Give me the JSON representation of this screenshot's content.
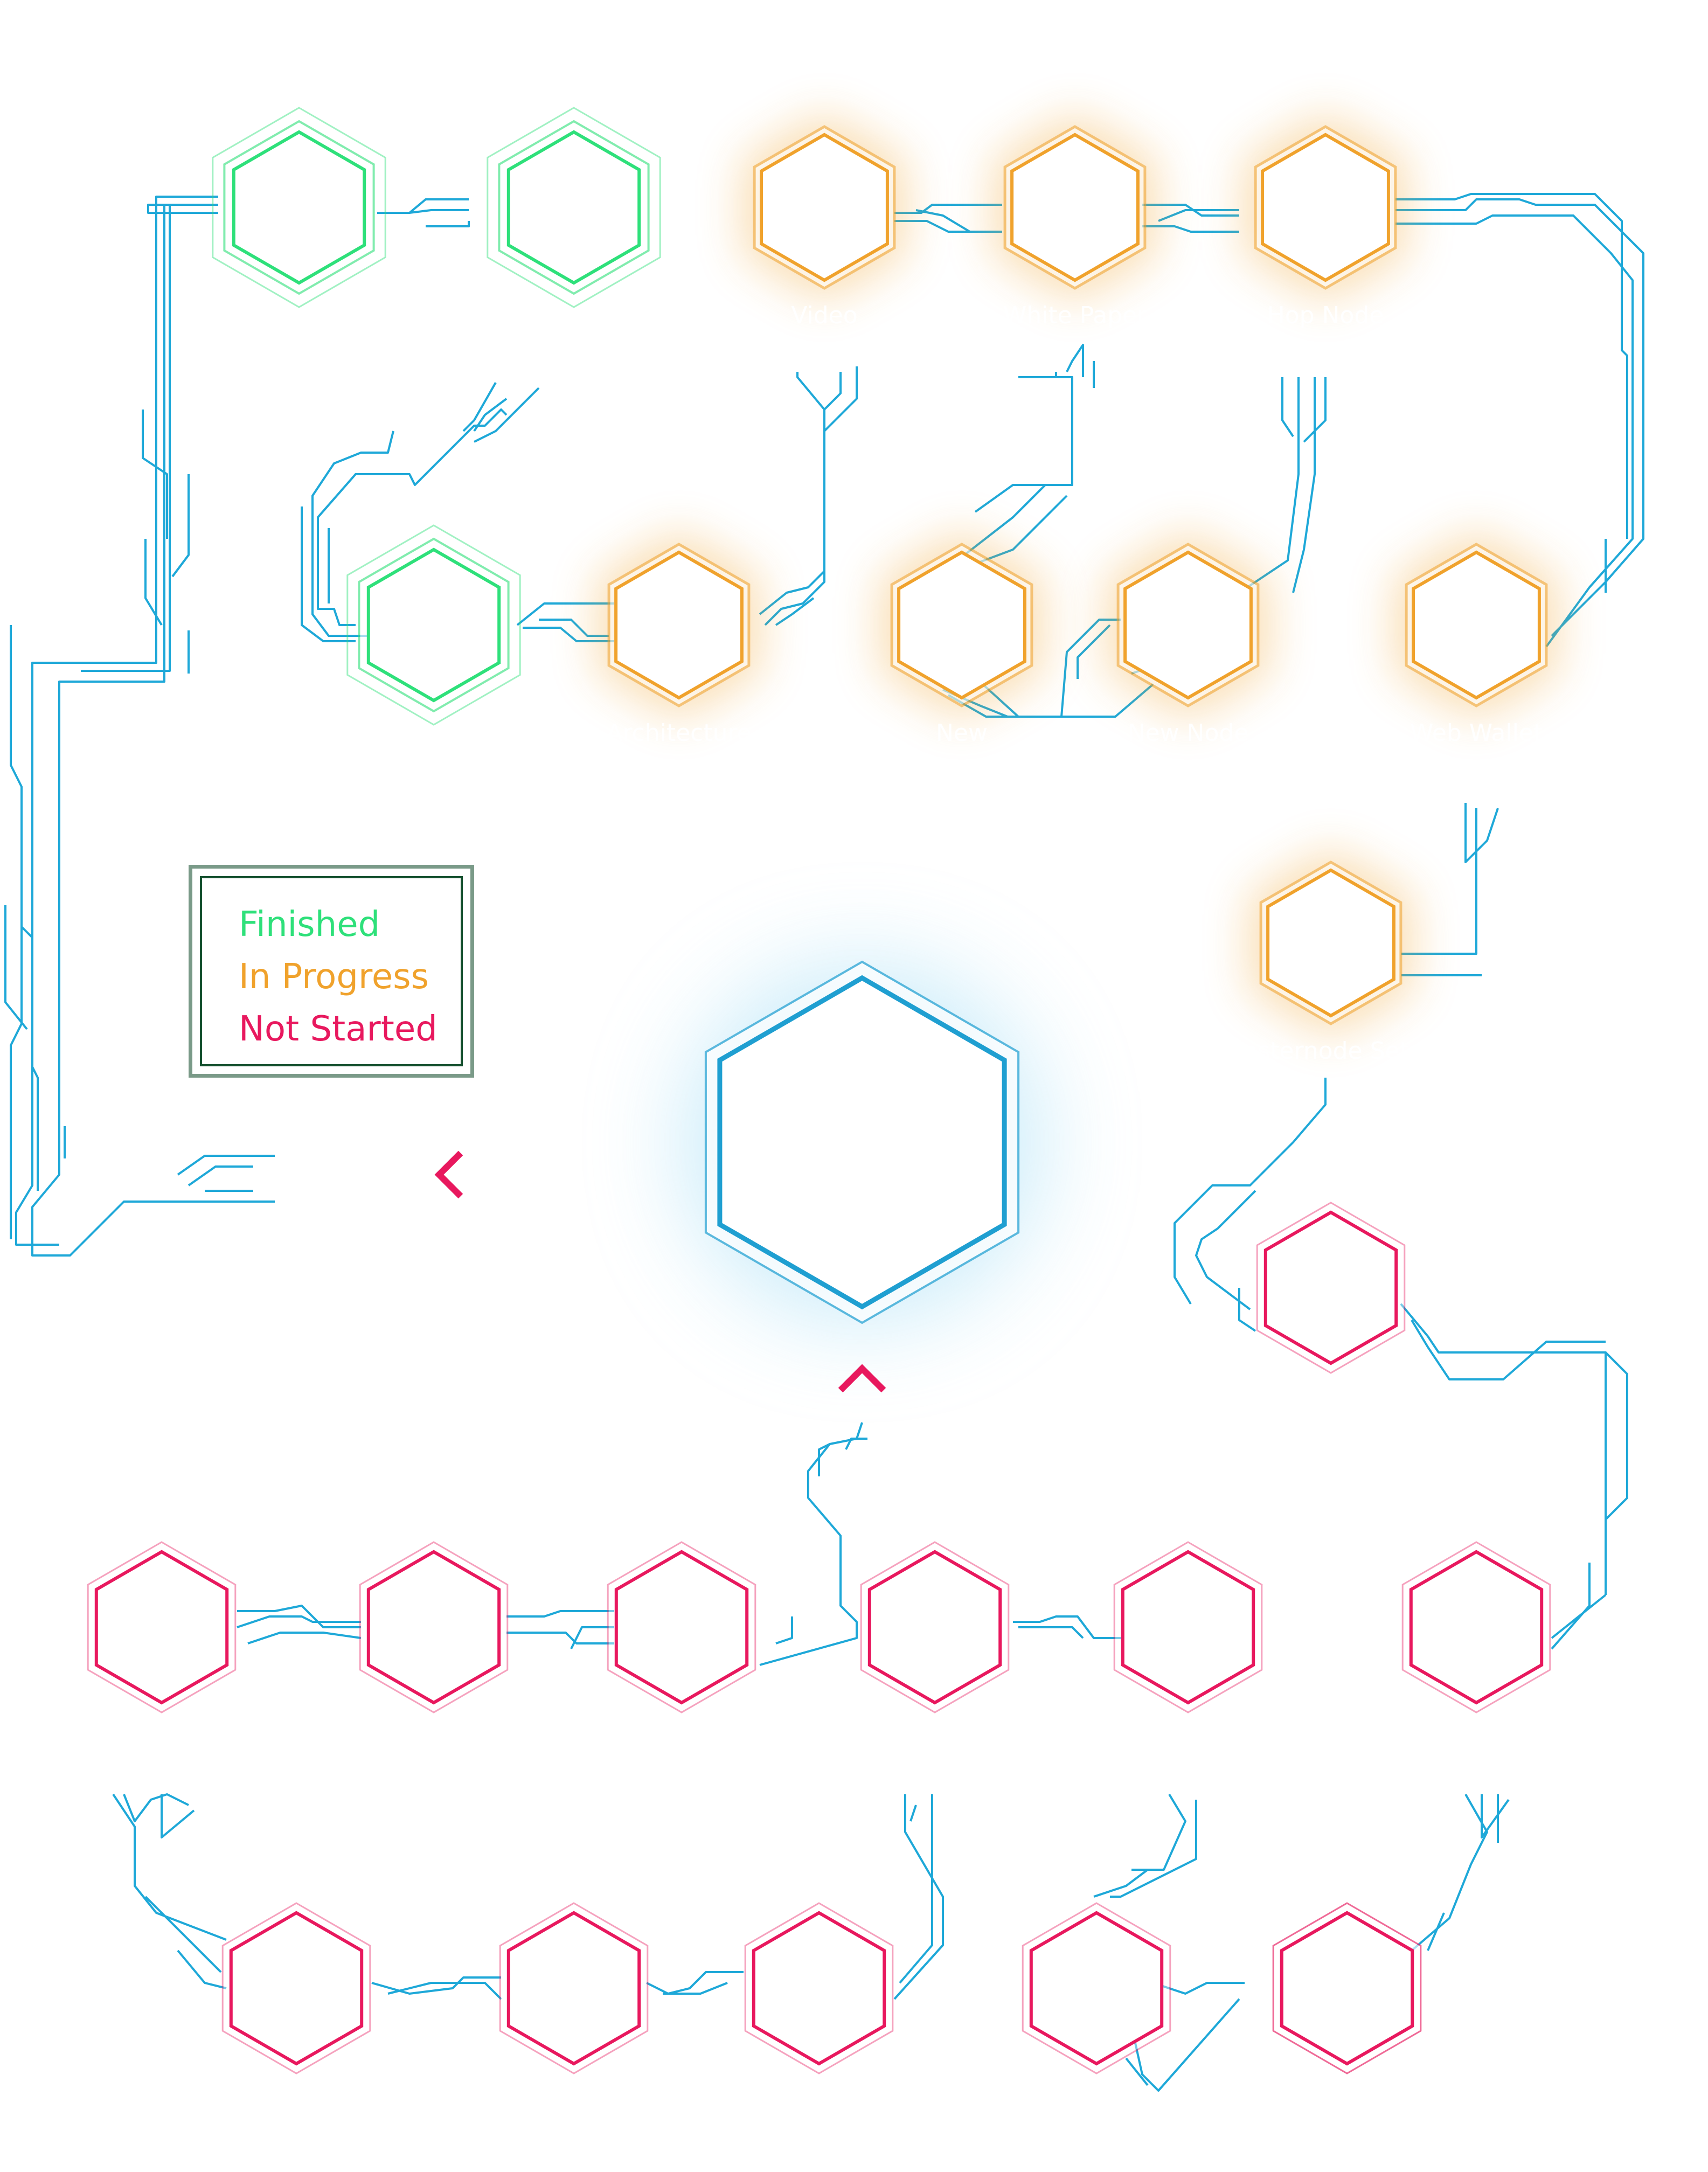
{
  "colors": {
    "finished": "#2ee07a",
    "in_progress": "#f0a22c",
    "not_started": "#e8185e",
    "circuit": "#1ea8d8",
    "center": "#1f9fd1",
    "arrow": "#e8185e"
  },
  "legend": {
    "finished": "Finished",
    "in_progress": "In Progress",
    "not_started": "Not Started"
  },
  "nodes": [
    {
      "id": "f1",
      "status": "finished",
      "label": ""
    },
    {
      "id": "f2",
      "status": "finished",
      "label": ""
    },
    {
      "id": "f3",
      "status": "finished",
      "label": ""
    },
    {
      "id": "p1",
      "status": "in_progress",
      "label": "Video"
    },
    {
      "id": "p2",
      "status": "in_progress",
      "label": "White Paper"
    },
    {
      "id": "p3",
      "status": "in_progress",
      "label": "Hop Node"
    },
    {
      "id": "p4",
      "status": "in_progress",
      "label": "Architecture"
    },
    {
      "id": "p5",
      "status": "in_progress",
      "label": "New"
    },
    {
      "id": "p6",
      "status": "in_progress",
      "label": "New Node"
    },
    {
      "id": "p7",
      "status": "in_progress",
      "label": "Web Wallet"
    },
    {
      "id": "p8",
      "status": "in_progress",
      "label": "Masternode Setup"
    },
    {
      "id": "n1",
      "status": "not_started",
      "label": ""
    },
    {
      "id": "n2",
      "status": "not_started",
      "label": ""
    },
    {
      "id": "n3",
      "status": "not_started",
      "label": ""
    },
    {
      "id": "n4",
      "status": "not_started",
      "label": ""
    },
    {
      "id": "n5",
      "status": "not_started",
      "label": ""
    },
    {
      "id": "n6",
      "status": "not_started",
      "label": ""
    },
    {
      "id": "n7",
      "status": "not_started",
      "label": ""
    },
    {
      "id": "n8",
      "status": "not_started",
      "label": ""
    },
    {
      "id": "n9",
      "status": "not_started",
      "label": ""
    },
    {
      "id": "n10",
      "status": "not_started",
      "label": ""
    },
    {
      "id": "n11",
      "status": "not_started",
      "label": ""
    },
    {
      "id": "n12",
      "status": "not_started",
      "label": ""
    },
    {
      "id": "n13",
      "status": "not_started",
      "label": ""
    }
  ],
  "center_node": {
    "id": "center",
    "label": ""
  }
}
